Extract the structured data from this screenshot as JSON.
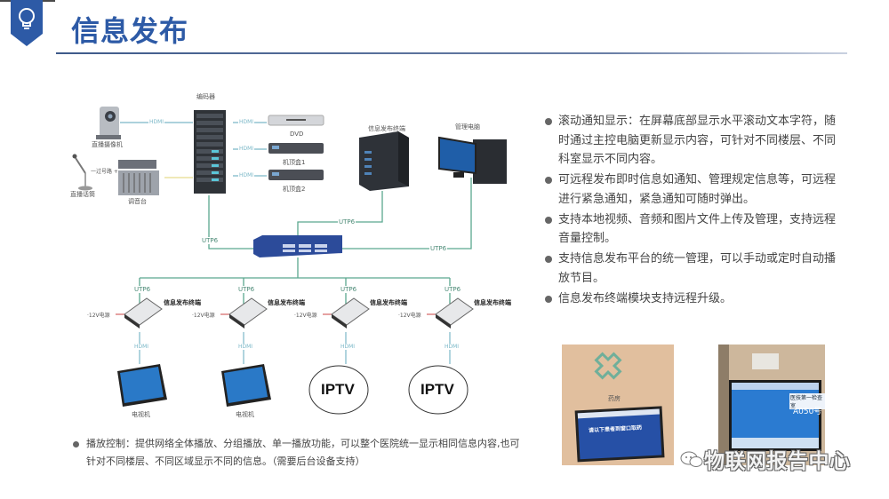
{
  "header": {
    "title": "信息发布",
    "icon": "lightbulb-icon",
    "accent_color": "#2d5aa6"
  },
  "diagram": {
    "encoder_label": "编码器",
    "camera_label": "直播摄像机",
    "mic_label": "直播话筒",
    "mixer_label": "调音台",
    "mic_link_label": "一过号路 +",
    "dvd_label": "DVD",
    "stb1_label": "机顶盒1",
    "stb2_label": "机顶盒2",
    "server_label": "信息发布终端",
    "pc_label": "管理电脑",
    "hdmi_label": "HDMI",
    "utp_label": "UTP6",
    "terminal_label": "信息发布终端",
    "power_label": "·12V电源",
    "tv_label": "电视机",
    "iptv_label": "IPTV",
    "line_color": "#5aa88f",
    "link_color": "#7bb8c8"
  },
  "bullets": [
    "滚动通知显示：在屏幕底部显示水平滚动文本字符，随时通过主控电脑更新显示内容，可针对不同楼层、不同科室显示不同内容。",
    "可远程发布即时信息如通知、管理规定信息等，可远程进行紧急通知，紧急通知可随时弹出。",
    "支持本地视频、音频和图片文件上传及管理，支持远程音量控制。",
    "支持信息发布平台的统一管理，可以手动或定时自动播放节目。",
    "信息发布终端模块支持远程升级。"
  ],
  "bottom_bullet": "播放控制：提供网络全体播放、分组播放、单一播放功能，可以整个医院统一显示相同信息内容,也可针对不同楼层、不同区域显示不同的信息。（需要后台设备支持）",
  "photos": {
    "pharmacy_sign": "药房",
    "pharmacy_screen_text": "请以下患者到窗口取药",
    "clinic_screen_header": "医技第一检查室",
    "clinic_screen_number": "A050号"
  },
  "watermark": {
    "text": "物联网报告中心",
    "icon": "wechat-icon"
  }
}
